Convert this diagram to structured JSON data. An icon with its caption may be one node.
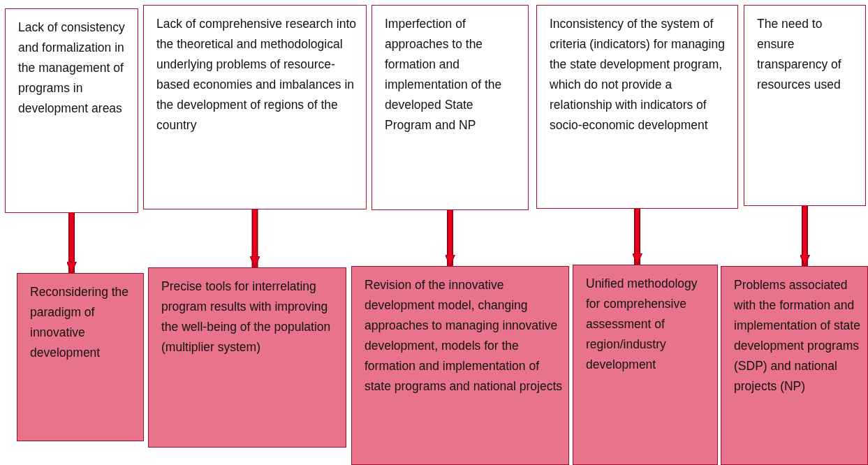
{
  "diagram": {
    "nodes": [
      {
        "text": [
          "Lack of consistency and formalization in the management of programs in development areas"
        ]
      },
      {
        "text": [
          "Lack of comprehensive research into the theoretical and methodological underlying problems of resource-based economies and imbalances in the development of regions of the country"
        ]
      },
      {
        "text": [
          "Imperfection of approaches to the formation and implementation of the developed State Program and NP"
        ]
      },
      {
        "text": [
          "Inconsistency of the system of criteria (indicators) for managing the state development program, which do not provide a relationship with indicators of socio-economic development"
        ]
      },
      {
        "text": [
          "The need to ensure transparency of resources used"
        ]
      },
      {
        "text": [
          "Reconsidering the paradigm of innovative development"
        ]
      },
      {
        "text": [
          "Precise tools for interrelating program results with improving the well-being of the population (multiplier system)"
        ]
      },
      {
        "text": [
          "Revision of the innovative development model, changing approaches to managing innovative development, models for the formation and implementation of state programs and national projects"
        ]
      },
      {
        "text": [
          "Unified methodology for comprehensive assessment of region/industry development"
        ]
      },
      {
        "text": [
          "Problems associated with the formation and implementation of state development programs (SDP) and national projects (NP)"
        ]
      }
    ],
    "edges": [
      {
        "from": 0,
        "to": 5,
        "arrow": "to"
      },
      {
        "from": 1,
        "to": 6,
        "arrow": "to"
      },
      {
        "from": 2,
        "to": 7,
        "arrow": "to"
      },
      {
        "from": 3,
        "to": 8,
        "arrow": "to"
      },
      {
        "from": 4,
        "to": 9,
        "arrow": "to"
      }
    ]
  }
}
